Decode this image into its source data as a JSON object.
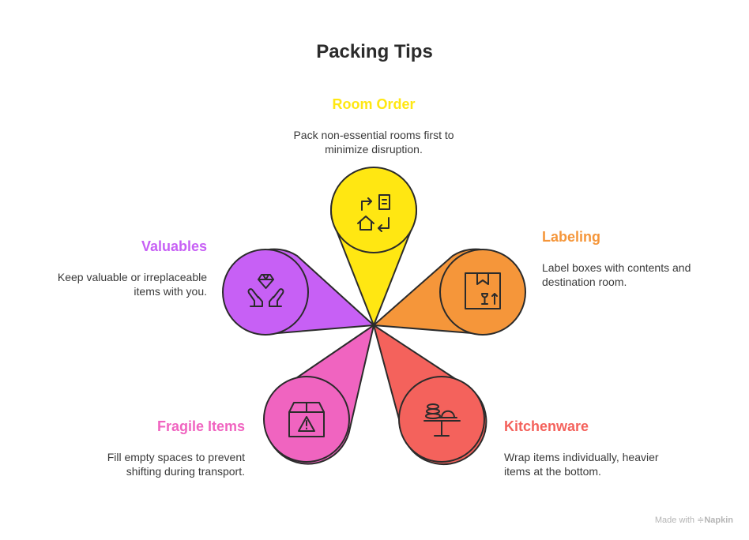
{
  "title": "Packing Tips",
  "colors": {
    "room_order": "#FFE712",
    "labeling": "#F5963A",
    "kitchenware": "#F4625C",
    "fragile_items": "#F064C0",
    "valuables": "#C760F5",
    "outline": "#2b2b2b"
  },
  "tips": {
    "room_order": {
      "heading": "Room Order",
      "description": "Pack non-essential rooms first to minimize disruption.",
      "icon": "room-move-icon"
    },
    "labeling": {
      "heading": "Labeling",
      "description": "Label boxes with contents and destination room.",
      "icon": "labeled-box-icon"
    },
    "kitchenware": {
      "heading": "Kitchenware",
      "description": "Wrap items individually, heavier items at the bottom.",
      "icon": "dishes-icon"
    },
    "fragile_items": {
      "heading": "Fragile Items",
      "description": "Fill empty spaces to prevent shifting during transport.",
      "icon": "fragile-box-icon"
    },
    "valuables": {
      "heading": "Valuables",
      "description": "Keep valuable or irreplaceable items with you.",
      "icon": "diamond-hands-icon"
    }
  },
  "footer": {
    "made_with": "Made with",
    "brand": "Napkin"
  }
}
